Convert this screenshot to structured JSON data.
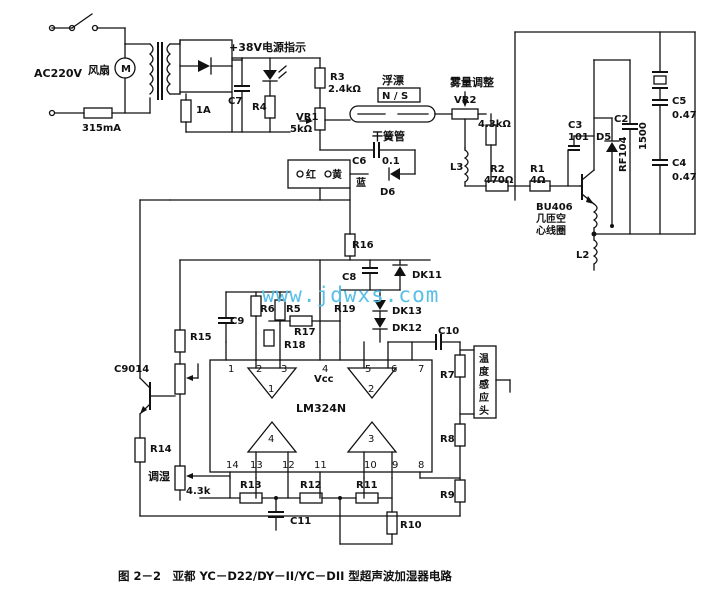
{
  "labels": {
    "ac_input": "AC220V",
    "fan": "风扇",
    "motor": "M",
    "fuse_main": "315mA",
    "fuse_1a": "1A",
    "v38": "+38V",
    "power_ind": "电源指示",
    "c7": "C7",
    "r4": "R4",
    "r3": "R3",
    "r3_val": "2.4kΩ",
    "float_sw": "浮漂",
    "ns": "N / S",
    "reed": "干簧管",
    "mist_adj": "雾量调整",
    "vr1": "VR1",
    "vr1_val": "5kΩ",
    "vr2": "VR2",
    "vr2_val": "4.3kΩ",
    "c6": "C6",
    "c6_val": "0.1",
    "led_red": "红",
    "led_yellow": "黄",
    "led_blue": "蓝",
    "d6": "D6",
    "l3": "L3",
    "r2": "R2",
    "r2_val": "470Ω",
    "r1": "R1",
    "r1_val": "4Ω",
    "c3": "C3",
    "c3_val": "101",
    "d5": "D5",
    "d5_val": "RF104",
    "c2": "C2",
    "c2_val": "1500",
    "c5": "C5",
    "c5_val": "0.47",
    "c4": "C4",
    "c4_val": "0.47",
    "bu406": "BU406",
    "coil1": "几匝空",
    "coil2": "心线圈",
    "l2": "L2",
    "r16": "R16",
    "c8": "C8",
    "dk11": "DK11",
    "dk12": "DK12",
    "dk13": "DK13",
    "c9": "C9",
    "r6": "R6",
    "r5": "R5",
    "r17": "R17",
    "r18": "R18",
    "r19": "R19",
    "c10": "C10",
    "r15": "R15",
    "c9014": "C9014",
    "r14": "R14",
    "humid_adj": "调湿",
    "humid_val": "4.3k",
    "lm324": "LM324N",
    "vcc": "Vcc",
    "sensor_1": "温",
    "sensor_2": "度",
    "sensor_3": "感",
    "sensor_4": "应",
    "sensor_5": "头",
    "r7": "R7",
    "r8": "R8",
    "r9": "R9",
    "r13": "R13",
    "r12": "R12",
    "r11": "R11",
    "r10": "R10",
    "c11": "C11"
  },
  "pins": {
    "p1": "1",
    "p2": "2",
    "p3": "3",
    "p4": "4",
    "p5": "5",
    "p6": "6",
    "p7": "7",
    "p8": "8",
    "p9": "9",
    "p10": "10",
    "p11": "11",
    "p12": "12",
    "p13": "13",
    "p14": "14",
    "amp1": "1",
    "amp2": "2",
    "amp3": "3",
    "amp4": "4"
  },
  "watermark": "www.jdwxs.com",
  "caption": "图 2－2　亚都 YC－D22/DY－II/YC－DII 型超声波加湿器电路",
  "colors": {
    "ink": "#111111",
    "watermark": "#58bfe8"
  }
}
